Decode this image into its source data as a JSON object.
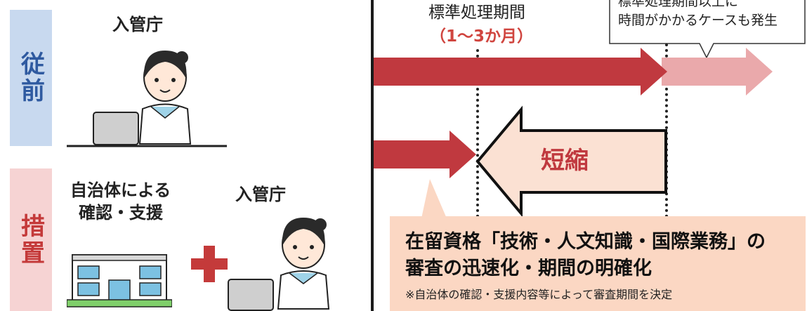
{
  "left": {
    "before_label": "従前",
    "after_label": "措置",
    "office_label_top": "入管庁",
    "municipality_label_line1": "自治体による",
    "municipality_label_line2": "確認・支援",
    "office_label_bottom": "入管庁",
    "colors": {
      "before_band": "#c8d9ef",
      "before_text": "#2f5aa0",
      "after_band": "#f6d3d3",
      "after_text": "#c43a3a"
    }
  },
  "right": {
    "standard_period_label": "標準処理期間",
    "standard_period_range": "（1〜3か月）",
    "speech_line1": "標準処理期間以上に",
    "speech_line2": "時間がかかるケースも発生",
    "shorten_label": "短縮",
    "callout_line1": "在留資格「技術・人文知識・国際業務」の",
    "callout_line2": "審査の迅速化・期間の明確化",
    "callout_note": "※自治体の確認・支援内容等によって審査期間を決定",
    "colors": {
      "arrow_dark": "#c0393f",
      "arrow_light": "#eaa9ab",
      "callout_bg": "#fbd7c3",
      "shorten_fill": "#fbe1d3",
      "range_text": "#d0453f"
    }
  }
}
